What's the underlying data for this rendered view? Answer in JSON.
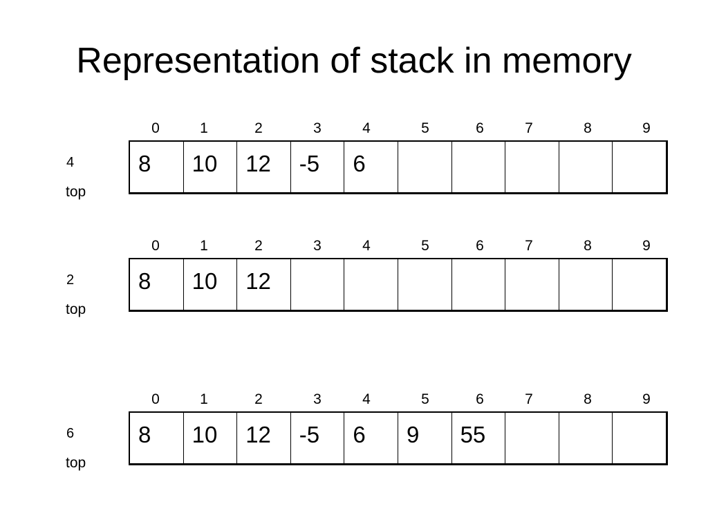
{
  "title": "Representation of stack in memory",
  "stacks": [
    {
      "indices": [
        "0",
        "1",
        "2",
        "3",
        "4",
        "5",
        "6",
        "7",
        "8",
        "9"
      ],
      "cells": [
        "8",
        "10",
        "12",
        "-5",
        "6",
        "",
        "",
        "",
        "",
        ""
      ],
      "top_value": "4",
      "top_label": "top"
    },
    {
      "indices": [
        "0",
        "1",
        "2",
        "3",
        "4",
        "5",
        "6",
        "7",
        "8",
        "9"
      ],
      "cells": [
        "8",
        "10",
        "12",
        "",
        "",
        "",
        "",
        "",
        "",
        ""
      ],
      "top_value": "2",
      "top_label": "top"
    },
    {
      "indices": [
        "0",
        "1",
        "2",
        "3",
        "4",
        "5",
        "6",
        "7",
        "8",
        "9"
      ],
      "cells": [
        "8",
        "10",
        "12",
        "-5",
        "6",
        "9",
        "55",
        "",
        "",
        ""
      ],
      "top_value": "6",
      "top_label": "top"
    }
  ]
}
